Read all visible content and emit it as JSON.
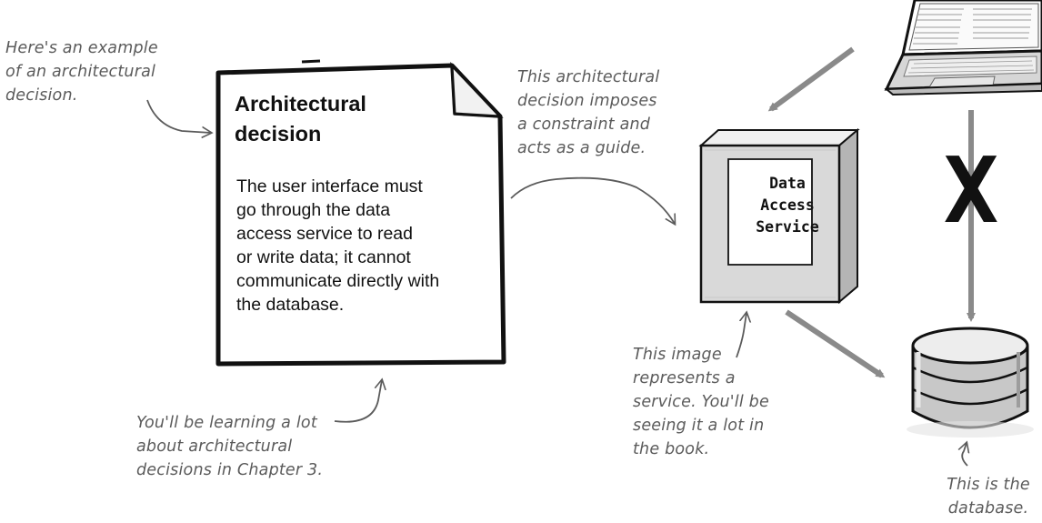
{
  "decision_document": {
    "title": "Architectural\ndecision",
    "body": "The user interface must\ngo through the data\naccess service to read\nor write data; it cannot\ncommunicate directly with\nthe database."
  },
  "service": {
    "label": "Data\nAccess\nService"
  },
  "notes": {
    "example": "Here's an example\nof an architectural\ndecision.",
    "constraint": "This architectural\ndecision imposes\na constraint and\nacts as a guide.",
    "service_image": "This image\nrepresents a\nservice. You'll be\nseeing it a lot in\nthe book.",
    "learning": "You'll be learning a lot\nabout architectural\ndecisions in Chapter 3.",
    "database": "This is the\ndatabase."
  },
  "blocked_marker": "X",
  "colors": {
    "annotation": "#5b5b5b",
    "arrow": "#8a8a8a",
    "ink": "#111111",
    "service_face": "#d9d9d9"
  },
  "icons": {
    "laptop": "laptop-icon",
    "database": "database-icon",
    "service": "service-box-icon"
  }
}
